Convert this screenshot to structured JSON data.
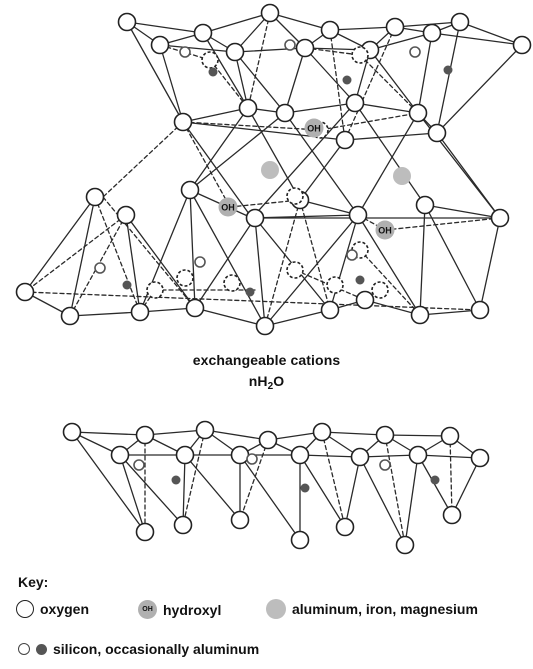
{
  "diagram": {
    "hydroxyl_label": "OH",
    "caption_line1": "exchangeable cations",
    "caption_line2_main": "nH",
    "caption_line2_sub": "2",
    "caption_line2_end": "O"
  },
  "key": {
    "title": "Key:",
    "items": [
      {
        "icon": "oxygen-icon",
        "label": "oxygen"
      },
      {
        "icon": "hydroxyl-icon",
        "symbol_text": "OH",
        "label": "hydroxyl"
      },
      {
        "icon": "metal-cation-icon",
        "label": "aluminum, iron, magnesium"
      },
      {
        "icon": "silicon-icon",
        "label": "silicon, occasionally aluminum"
      }
    ]
  },
  "colors": {
    "line": "#222222",
    "oxygen_fill": "#ffffff",
    "hydroxyl_fill": "#b0b0b0",
    "metal_fill": "#bdbdbd",
    "silicon_fill": "#555555"
  }
}
